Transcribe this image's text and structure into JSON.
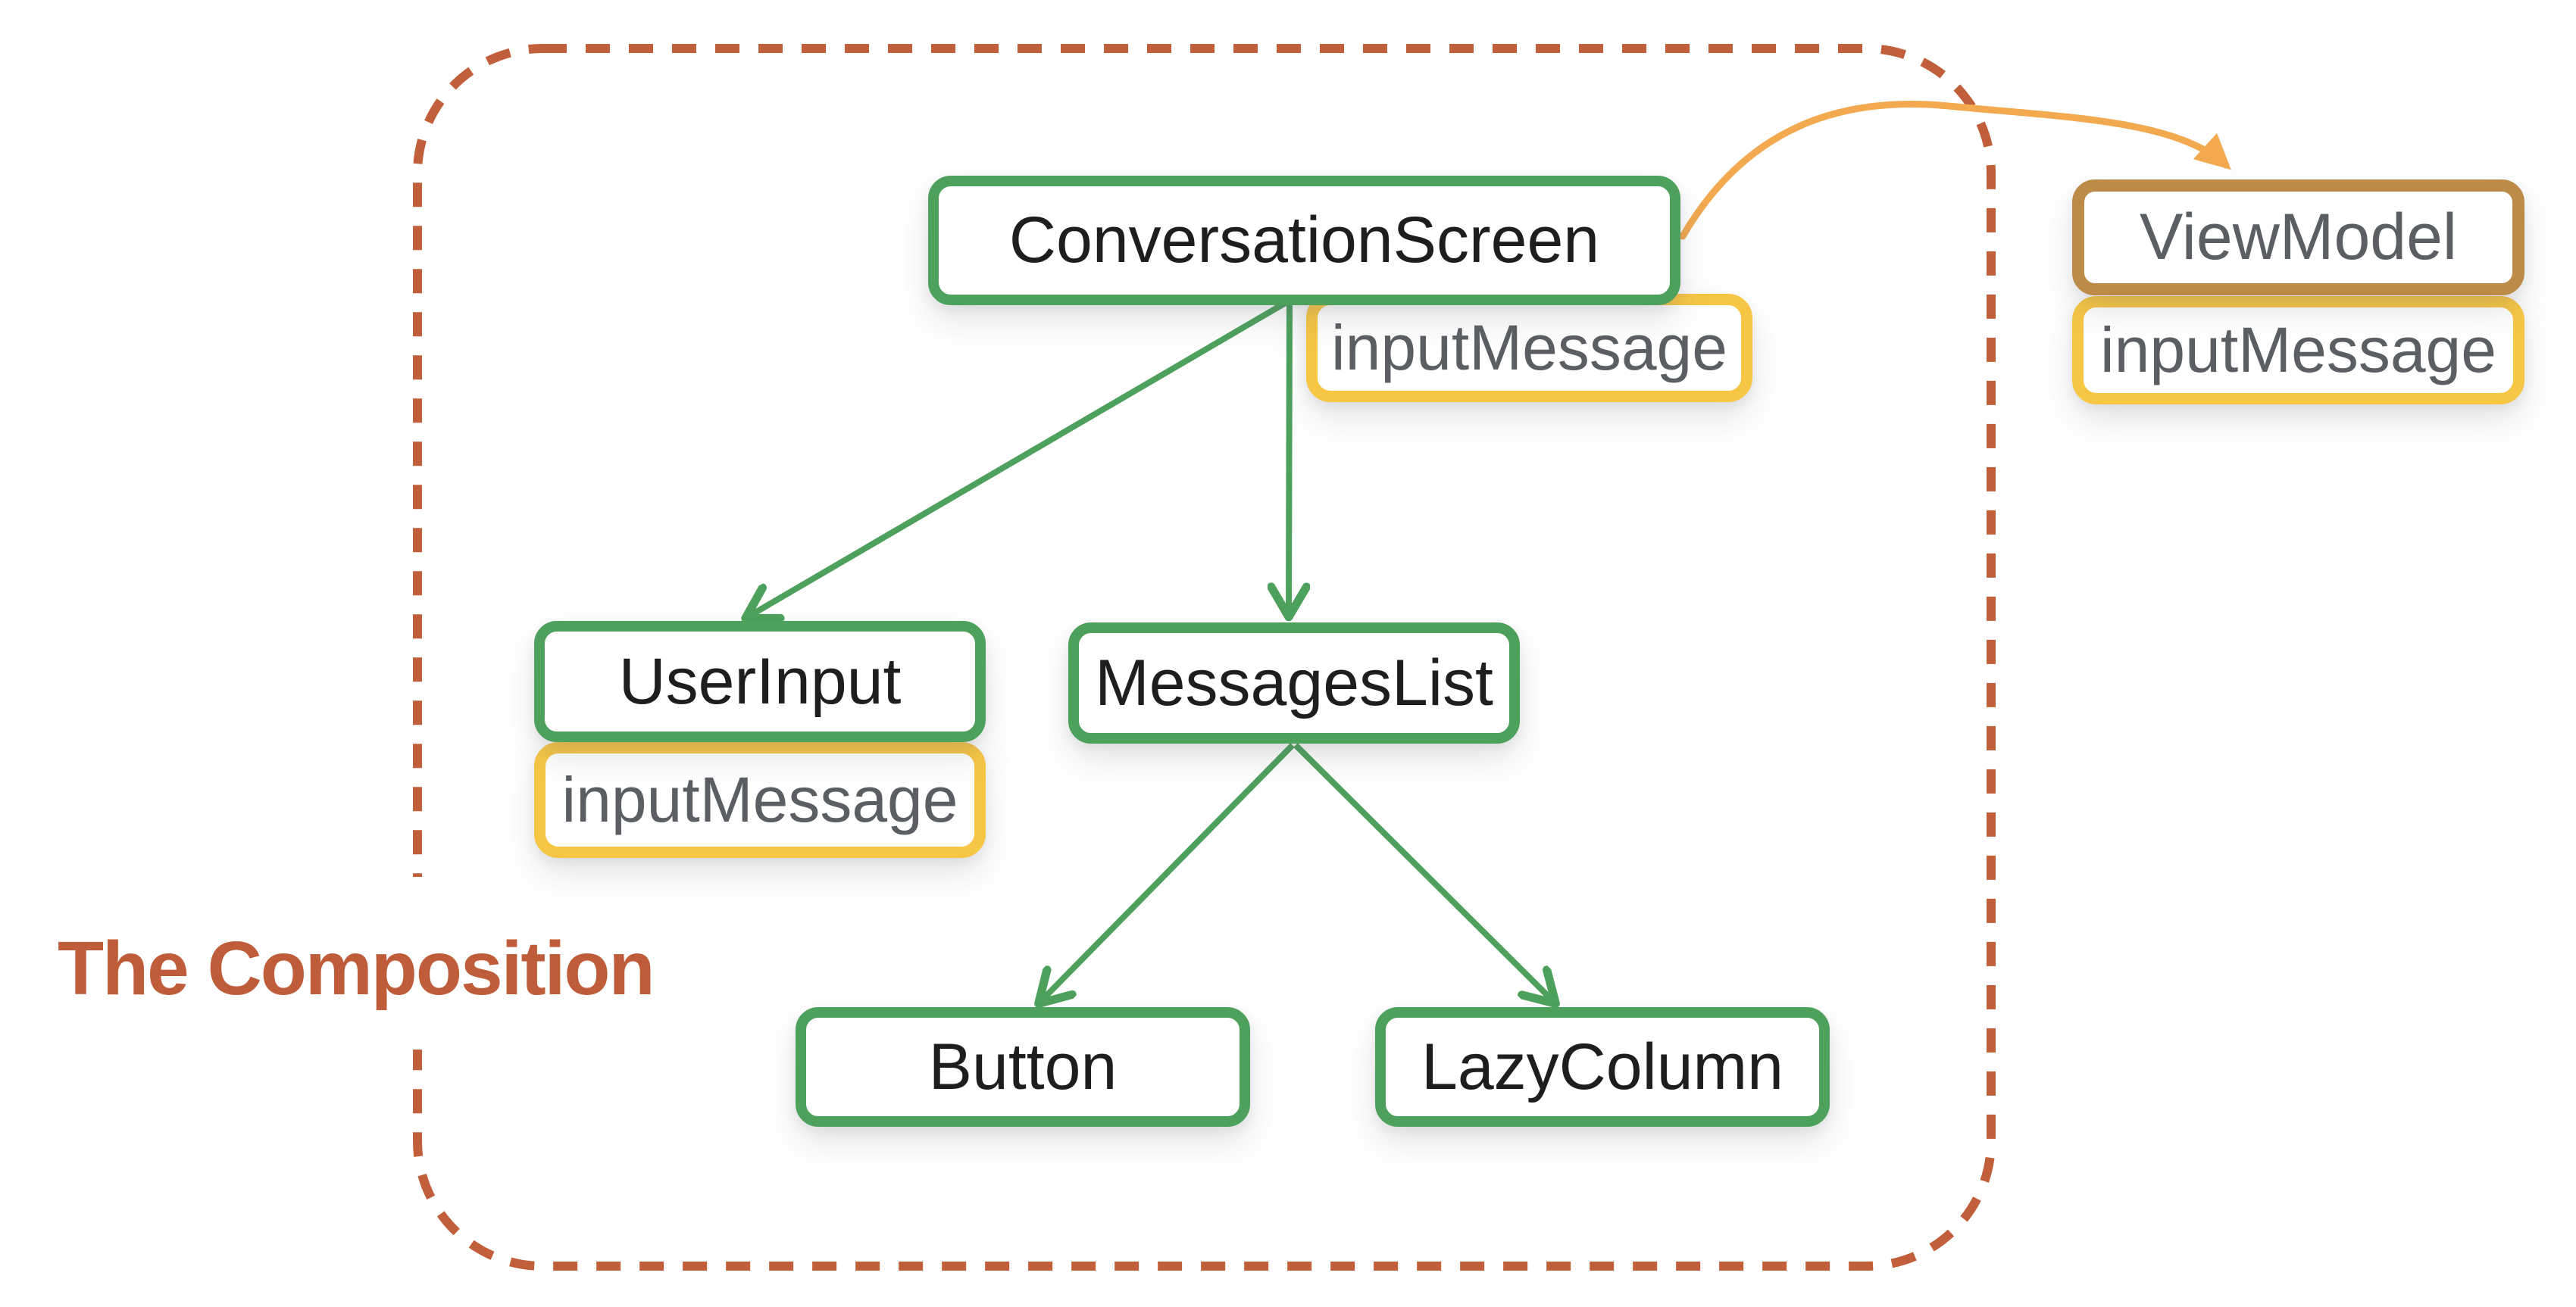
{
  "diagram": {
    "title": "The Composition",
    "nodes": {
      "conversationScreen": "ConversationScreen",
      "userInput": "UserInput",
      "messagesList": "MessagesList",
      "button": "Button",
      "lazyColumn": "LazyColumn",
      "viewModel": "ViewModel"
    },
    "states": {
      "conversationScreen": "inputMessage",
      "userInput": "inputMessage",
      "viewModel": "inputMessage"
    },
    "edges": [
      {
        "from": "ConversationScreen",
        "to": "UserInput",
        "style": "green-line"
      },
      {
        "from": "ConversationScreen",
        "to": "MessagesList",
        "style": "green-line"
      },
      {
        "from": "MessagesList",
        "to": "Button",
        "style": "green-line"
      },
      {
        "from": "MessagesList",
        "to": "LazyColumn",
        "style": "green-line"
      },
      {
        "from": "ConversationScreen",
        "to": "ViewModel",
        "style": "orange-curve"
      }
    ],
    "colors": {
      "composable_border": "#4ea15d",
      "state_border": "#f7c645",
      "viewmodel_border": "#bc8b47",
      "orange_arrow": "#f2a950",
      "boundary_dash": "#c05f3a",
      "title_text": "#bf5d3a",
      "label_dark": "#1d1e20",
      "label_gray": "#5b5e62"
    }
  }
}
